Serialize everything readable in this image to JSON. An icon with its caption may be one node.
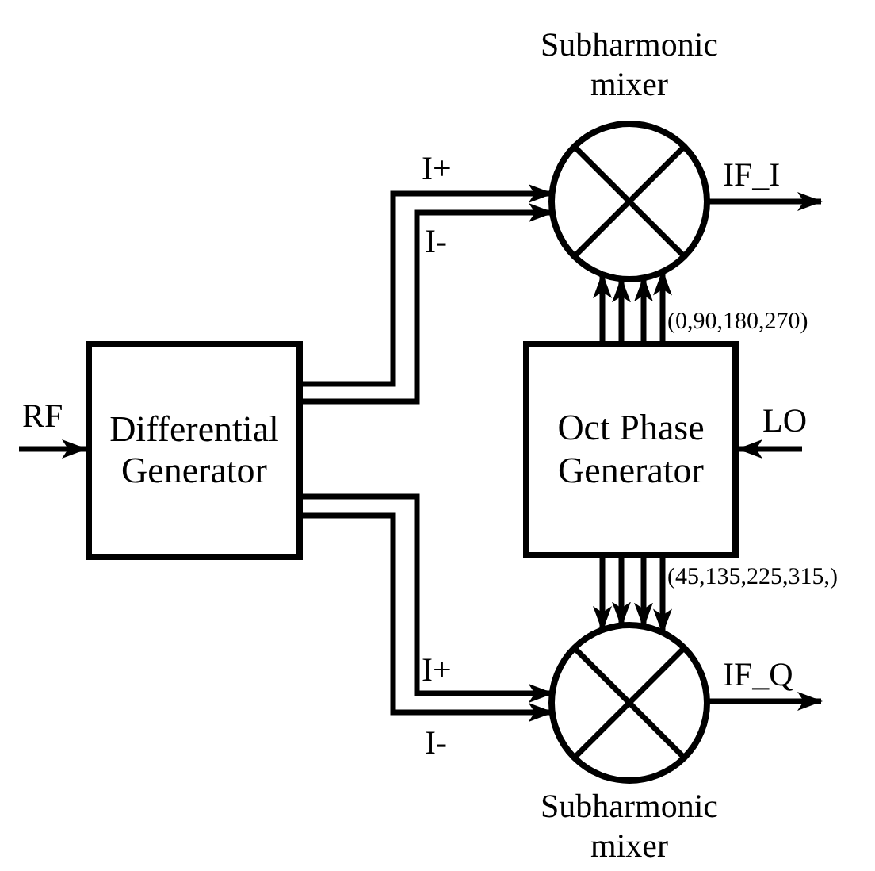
{
  "diagram": {
    "nodes": [
      {
        "text": [
          "Differential Generator"
        ]
      },
      {
        "text": [
          "Subharmonic mixer"
        ]
      },
      {
        "text": [
          "Oct Phase Generator"
        ]
      },
      {
        "text": [
          "Subharmonic mixer"
        ]
      }
    ],
    "edges": [
      {
        "from": null,
        "to": 0,
        "arrow": "to",
        "label": "RF"
      },
      {
        "from": 0,
        "to": 1,
        "arrow": "to",
        "label": "I+"
      },
      {
        "from": 0,
        "to": 1,
        "arrow": "to",
        "label": "I-"
      },
      {
        "from": 0,
        "to": 3,
        "arrow": "to",
        "label": "I+"
      },
      {
        "from": 0,
        "to": 3,
        "arrow": "to",
        "label": "I-"
      },
      {
        "from": 1,
        "to": null,
        "arrow": "to",
        "label": "IF_I"
      },
      {
        "from": 3,
        "to": null,
        "arrow": "to",
        "label": "IF_Q"
      },
      {
        "from": null,
        "to": 2,
        "arrow": "to",
        "label": "LO"
      },
      {
        "from": 2,
        "to": 1,
        "arrow": "to"
      },
      {
        "from": 2,
        "to": 1,
        "arrow": "to"
      },
      {
        "from": 2,
        "to": 1,
        "arrow": "to"
      },
      {
        "from": 2,
        "to": 1,
        "arrow": "to"
      },
      {
        "from": 2,
        "to": 3,
        "arrow": "to"
      },
      {
        "from": 2,
        "to": 3,
        "arrow": "to"
      },
      {
        "from": 2,
        "to": 3,
        "arrow": "to"
      },
      {
        "from": 2,
        "to": 3,
        "arrow": "to"
      }
    ],
    "labels": [
      "(0,90,180,270)",
      "(45,135,225,315,)"
    ]
  }
}
